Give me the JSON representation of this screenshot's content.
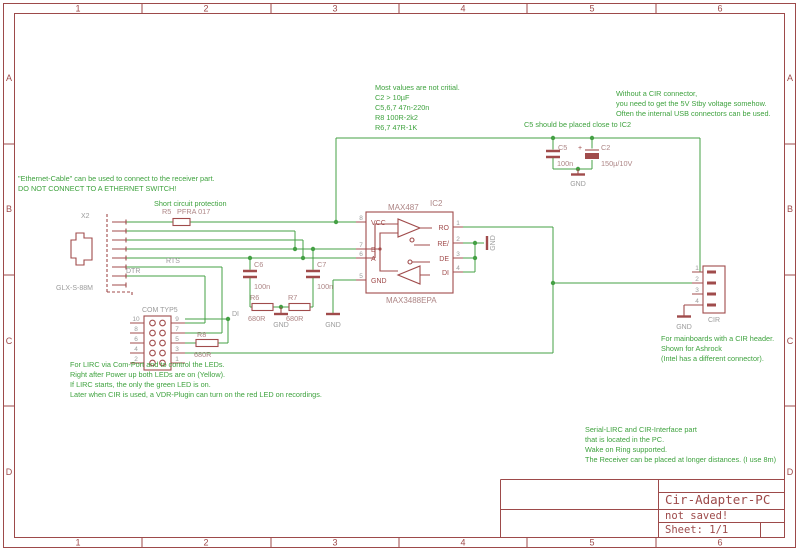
{
  "colors": {
    "bg": "#ffffff",
    "wire": "#44a044",
    "note": "#3ea23e",
    "symbol": "#a04b4b",
    "frame": "#9d4a4a",
    "muted": "#9b9b9b",
    "value": "#ad8585"
  },
  "frame": {
    "columns": [
      "1",
      "2",
      "3",
      "4",
      "5",
      "6"
    ],
    "rows": [
      "A",
      "B",
      "C",
      "D"
    ]
  },
  "title_block": {
    "title": "Cir-Adapter-PC",
    "status": "not saved!",
    "sheet": "Sheet: 1/1"
  },
  "notes": {
    "ethernet": [
      "\"Ethernet-Cable\" can be used to connect to the receiver part.",
      "DO NOT CONNECT TO A ETHERNET SWITCH!"
    ],
    "short_circuit": "Short circuit protection",
    "values": [
      "Most values are not critial.",
      "C2 > 10µF",
      "C5,6,7 47n-220n",
      "R8 100R-2k2",
      "R6,7 47R-1K"
    ],
    "c5_placement": "C5 should be placed close to IC2",
    "cir_power": [
      "Without a CIR connector,",
      "you need to get the 5V Stby voltage somehow.",
      "Often the internal USB connectors can be used."
    ],
    "lirc": [
      "For LIRC via Com-Port and to control the LEDs.",
      "Right after Power up both LEDs are on (Yellow).",
      "If LIRC starts, the only the green LED is on.",
      "Later when CIR is used, a VDR-Plugin can turn on the red LED on recordings."
    ],
    "serial": [
      "Serial-LIRC and CIR-Interface part",
      "that is located in the PC.",
      "Wake on Ring supported.",
      "The Receiver can be placed at longer distances. (I use 8m)"
    ],
    "mainboard": [
      "For mainboards with a CIR header.",
      "Shown for Ashrock",
      "(Intel has a different connector)."
    ]
  },
  "components": {
    "x2": {
      "name": "X2",
      "value": "GLX-S-88M"
    },
    "r5": {
      "name": "R5",
      "value": "PFRA 017"
    },
    "ic2": {
      "name": "MAX487",
      "designator": "IC2",
      "value": "MAX3488EPA",
      "pins_left": [
        {
          "num": "8",
          "name": "VCC"
        },
        {
          "num": "7",
          "name": "B"
        },
        {
          "num": "6",
          "name": "A"
        },
        {
          "num": "5",
          "name": "GND"
        }
      ],
      "pins_right": [
        {
          "num": "1",
          "name": "RO"
        },
        {
          "num": "2",
          "name": "RE/"
        },
        {
          "num": "3",
          "name": "DE"
        },
        {
          "num": "4",
          "name": "DI"
        }
      ]
    },
    "c5": {
      "name": "C5",
      "value": "100n"
    },
    "c2": {
      "name": "C2",
      "value": "150µ/10V",
      "plus": "+"
    },
    "c6": {
      "name": "C6",
      "value": "100n"
    },
    "c7": {
      "name": "C7",
      "value": "100n"
    },
    "r6": {
      "name": "R6",
      "value": "680R"
    },
    "r7": {
      "name": "R7",
      "value": "680R"
    },
    "r8": {
      "name": "R8",
      "value": "680R"
    },
    "com": {
      "name": "COM TYP5",
      "pins_left": [
        "10",
        "8",
        "6",
        "4",
        "2"
      ],
      "pins_right": [
        "9",
        "7",
        "5",
        "3",
        "1"
      ]
    },
    "cir": {
      "name": "CIR",
      "pins": [
        "1",
        "2",
        "3",
        "4"
      ]
    }
  },
  "net_labels": {
    "rts": "RTS",
    "dtr": "DTR",
    "di": "DI",
    "gnd": "GND"
  }
}
